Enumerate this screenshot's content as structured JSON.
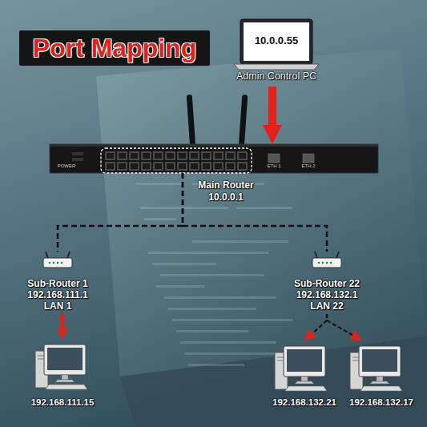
{
  "diagram": {
    "title": "Port Mapping",
    "nodes": [
      {
        "text": [
          "10.0.0.55",
          "Admin Control PC"
        ]
      },
      {
        "text": [
          "Main Router",
          "10.0.0.1"
        ]
      },
      {
        "text": [
          "Sub-Router 1",
          "192.168.111.1",
          "LAN 1"
        ]
      },
      {
        "text": [
          "Sub-Router 22",
          "192.168.132.1",
          "LAN 22"
        ]
      },
      {
        "text": [
          "192.168.111.15"
        ]
      },
      {
        "text": [
          "192.168.132.21"
        ]
      },
      {
        "text": [
          "192.168.132.17"
        ]
      }
    ],
    "edges": [
      {
        "from": 0,
        "to": 1,
        "arrow": "to"
      },
      {
        "from": 1,
        "to": 2,
        "arrow": "none"
      },
      {
        "from": 1,
        "to": 3,
        "arrow": "none"
      },
      {
        "from": 2,
        "to": 4,
        "arrow": "to"
      },
      {
        "from": 3,
        "to": 5,
        "arrow": "to"
      },
      {
        "from": 3,
        "to": 6,
        "arrow": "to"
      }
    ],
    "labels": [
      "POWER",
      "ETH 1",
      "ETH 2"
    ]
  }
}
